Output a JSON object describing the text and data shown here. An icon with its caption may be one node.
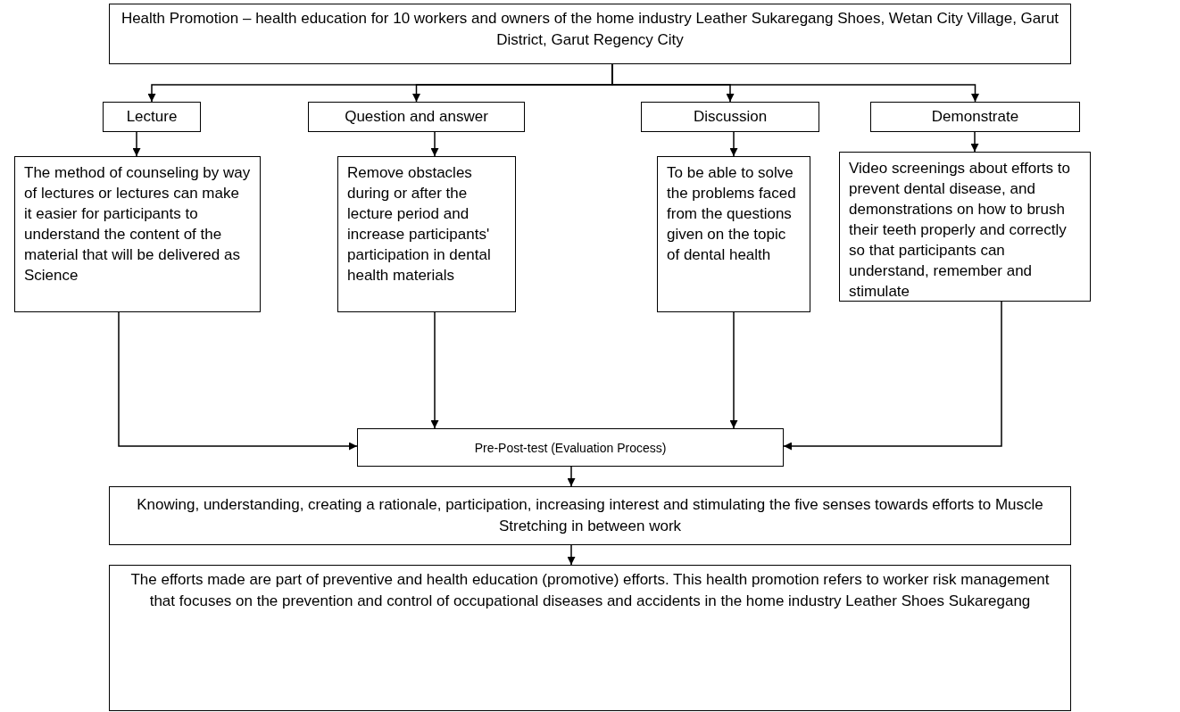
{
  "diagram": {
    "nodes": [
      {
        "text": [
          "Health Promotion – health education for 10 workers and owners of the home industry Leather Sukaregang Shoes, Wetan City Village, Garut District, Garut Regency City"
        ]
      },
      {
        "text": [
          "Lecture"
        ]
      },
      {
        "text": [
          "Question and answer"
        ]
      },
      {
        "text": [
          "Discussion"
        ]
      },
      {
        "text": [
          "Demonstrate"
        ]
      },
      {
        "text": [
          "The method of counseling by way of lectures or lectures can make it easier for participants to understand the content of the material that will be delivered as Science"
        ]
      },
      {
        "text": [
          "Remove obstacles during or after the lecture period and increase participants' participation in dental health materials"
        ]
      },
      {
        "text": [
          "To be able to solve the problems faced from the questions given on the topic of dental health"
        ]
      },
      {
        "text": [
          "Video screenings about efforts to prevent dental disease, and demonstrations on how to brush their teeth properly and correctly so that participants can understand, remember and stimulate"
        ]
      },
      {
        "text": [
          "Pre-Post-test (Evaluation Process)"
        ]
      },
      {
        "text": [
          "Knowing, understanding, creating a rationale, participation, increasing interest and stimulating the five senses towards efforts to Muscle Stretching in between work"
        ]
      },
      {
        "text": [
          "The efforts made are part of preventive and health education (promotive) efforts. This health promotion refers to worker risk management that focuses on the prevention and control of occupational diseases and accidents in the home industry Leather Shoes Sukaregang"
        ]
      }
    ],
    "edges": [
      {
        "from": 0,
        "to": 1,
        "arrow": "to"
      },
      {
        "from": 0,
        "to": 2,
        "arrow": "to"
      },
      {
        "from": 0,
        "to": 3,
        "arrow": "to"
      },
      {
        "from": 0,
        "to": 4,
        "arrow": "to"
      },
      {
        "from": 1,
        "to": 5,
        "arrow": "to"
      },
      {
        "from": 2,
        "to": 6,
        "arrow": "to"
      },
      {
        "from": 3,
        "to": 7,
        "arrow": "to"
      },
      {
        "from": 4,
        "to": 8,
        "arrow": "to"
      },
      {
        "from": 5,
        "to": 9,
        "arrow": "to"
      },
      {
        "from": 6,
        "to": 9,
        "arrow": "to"
      },
      {
        "from": 7,
        "to": 9,
        "arrow": "to"
      },
      {
        "from": 8,
        "to": 9,
        "arrow": "to"
      },
      {
        "from": 9,
        "to": 10,
        "arrow": "to"
      },
      {
        "from": 10,
        "to": 11,
        "arrow": "to"
      }
    ]
  }
}
